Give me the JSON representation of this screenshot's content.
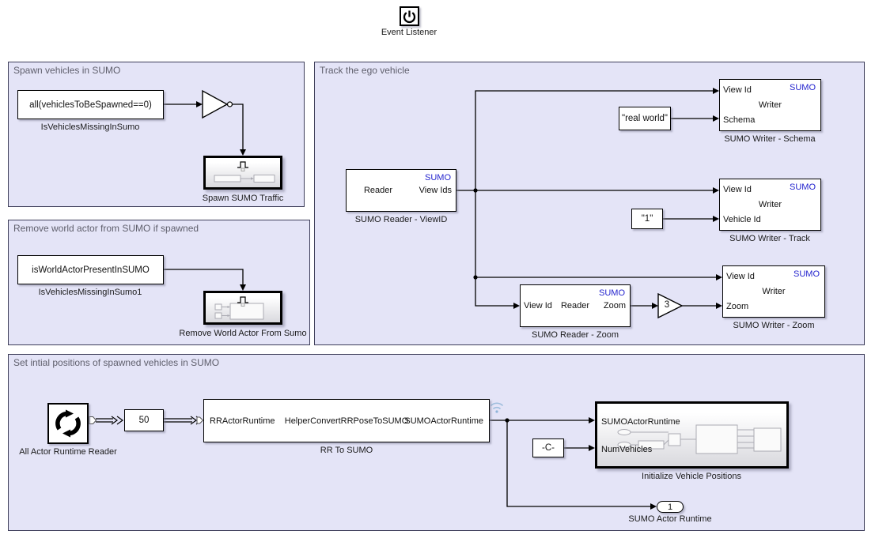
{
  "colors": {
    "region_fill": "#E4E4F7",
    "region_border": "#3E3E5A",
    "sumo_blue": "#2424CE",
    "wire": "#000000",
    "canvas_bg": "#FFFFFF"
  },
  "event_listener": {
    "label": "Event Listener",
    "icon": "power-icon"
  },
  "regions": {
    "spawn": {
      "title": "Spawn vehicles in SUMO"
    },
    "remove": {
      "title": "Remove world actor from SUMO if spawned"
    },
    "track": {
      "title": "Track the ego vehicle"
    },
    "init": {
      "title": "Set intial positions of spawned vehicles in SUMO"
    }
  },
  "blocks": {
    "is_vehicles_missing": {
      "expr": "all(vehiclesToBeSpawned==0)",
      "label": "IsVehiclesMissingInSumo"
    },
    "spawn_traffic": {
      "label": "Spawn SUMO Traffic"
    },
    "is_world_actor": {
      "expr": "isWorldActorPresentInSUMO",
      "label": "IsVehiclesMissingInSumo1"
    },
    "remove_world_actor": {
      "label": "Remove World Actor From Sumo"
    },
    "reader_viewid": {
      "tag": "SUMO",
      "center": "Reader",
      "out": "View Ids",
      "label": "SUMO Reader - ViewID"
    },
    "writer_schema": {
      "tag": "SUMO",
      "in1": "View Id",
      "center": "Writer",
      "in2": "Schema",
      "label": "SUMO Writer - Schema"
    },
    "const_real_world": {
      "value": "\"real world\""
    },
    "writer_track": {
      "tag": "SUMO",
      "in1": "View Id",
      "center": "Writer",
      "in2": "Vehicle Id",
      "label": "SUMO Writer - Track"
    },
    "const_one": {
      "value": "\"1\""
    },
    "reader_zoom": {
      "tag": "SUMO",
      "in": "View Id",
      "center": "Reader",
      "out": "Zoom",
      "label": "SUMO Reader - Zoom"
    },
    "gain": {
      "value": "3"
    },
    "writer_zoom": {
      "tag": "SUMO",
      "in1": "View Id",
      "center": "Writer",
      "in2": "Zoom",
      "label": "SUMO Writer - Zoom"
    },
    "actor_reader": {
      "label": "All Actor Runtime Reader"
    },
    "const_50": {
      "value": "50"
    },
    "rr_to_sumo": {
      "in": "RRActorRuntime",
      "center": "HelperConvertRRPoseToSUMO",
      "out": "SUMOActorRuntime",
      "label": "RR To SUMO"
    },
    "const_c": {
      "value": "-C-"
    },
    "init_positions": {
      "in1": "SUMOActorRuntime",
      "in2": "NumVehicles",
      "label": "Initialize Vehicle Positions"
    },
    "outport": {
      "value": "1",
      "label": "SUMO Actor Runtime"
    }
  }
}
